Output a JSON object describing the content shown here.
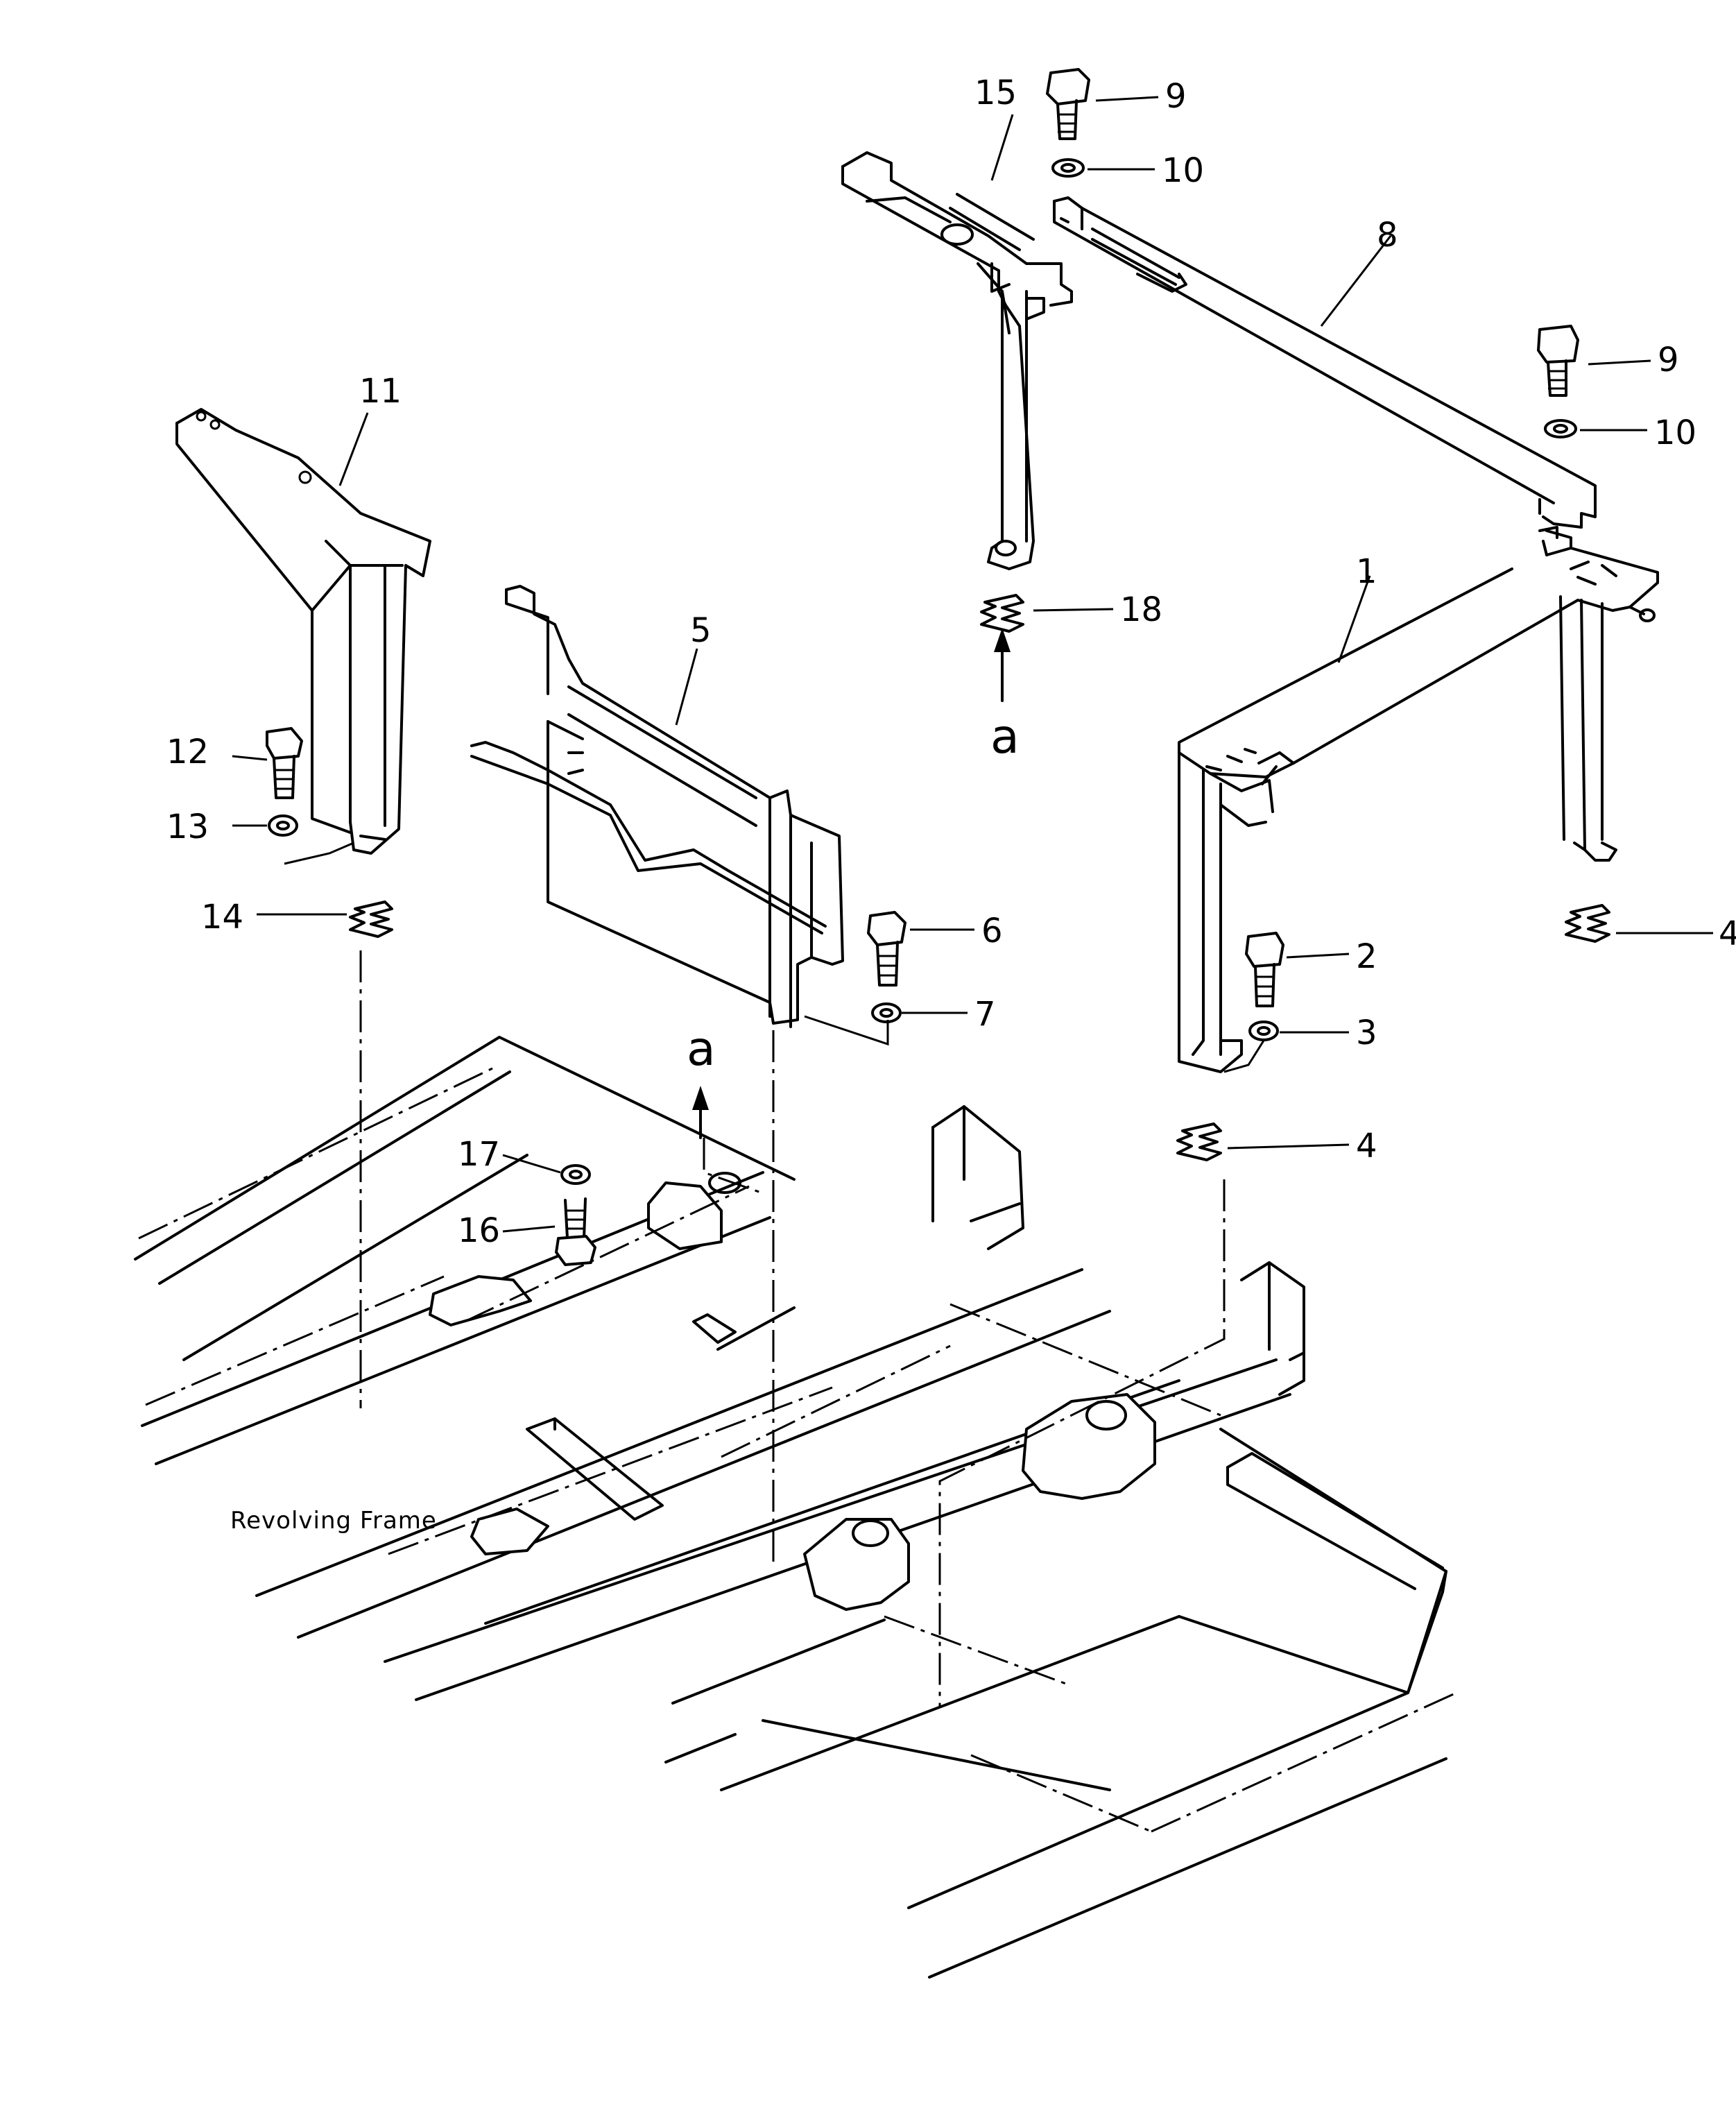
{
  "diagram": {
    "caption": "Revolving Frame",
    "view_marker": "a",
    "parts": [
      {
        "ref": "1",
        "name": "frame-assembly"
      },
      {
        "ref": "2",
        "name": "bolt"
      },
      {
        "ref": "3",
        "name": "washer"
      },
      {
        "ref": "4",
        "name": "shim"
      },
      {
        "ref": "5",
        "name": "bracket-frame"
      },
      {
        "ref": "6",
        "name": "bolt"
      },
      {
        "ref": "7",
        "name": "washer"
      },
      {
        "ref": "8",
        "name": "cross-member"
      },
      {
        "ref": "9",
        "name": "bolt"
      },
      {
        "ref": "10",
        "name": "washer"
      },
      {
        "ref": "11",
        "name": "support-left"
      },
      {
        "ref": "12",
        "name": "bolt"
      },
      {
        "ref": "13",
        "name": "washer"
      },
      {
        "ref": "14",
        "name": "shim"
      },
      {
        "ref": "15",
        "name": "support-rear"
      },
      {
        "ref": "16",
        "name": "bolt"
      },
      {
        "ref": "17",
        "name": "washer"
      },
      {
        "ref": "18",
        "name": "shim"
      }
    ]
  }
}
